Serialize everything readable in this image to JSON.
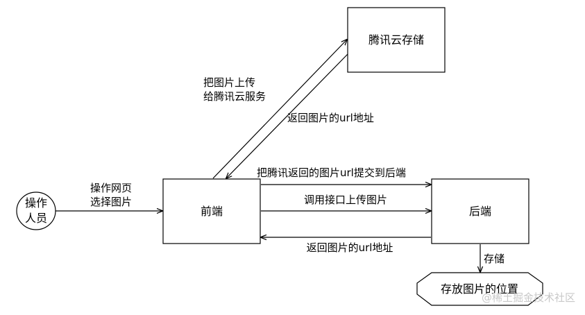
{
  "nodes": {
    "operator": {
      "line1": "操作",
      "line2": "人员"
    },
    "frontend": "前端",
    "tencent_storage": "腾讯云存储",
    "backend": "后端",
    "storage_location": "存放图片的位置"
  },
  "edges": {
    "operator_to_frontend": {
      "line1": "操作网页",
      "line2": "选择图片"
    },
    "frontend_to_tencent": {
      "line1": "把图片上传",
      "line2": "给腾讯云服务"
    },
    "tencent_to_frontend": "返回图片的url地址",
    "frontend_to_backend_submit": "把腾讯返回的图片url提交到后端",
    "frontend_to_backend_upload": "调用接口上传图片",
    "backend_to_frontend": "返回图片的url地址",
    "backend_to_storage": "存储"
  },
  "watermark": "@稀土掘金技术社区",
  "colors": {
    "stroke": "#000000",
    "background": "#ffffff",
    "watermark": "#c8c8c8"
  }
}
